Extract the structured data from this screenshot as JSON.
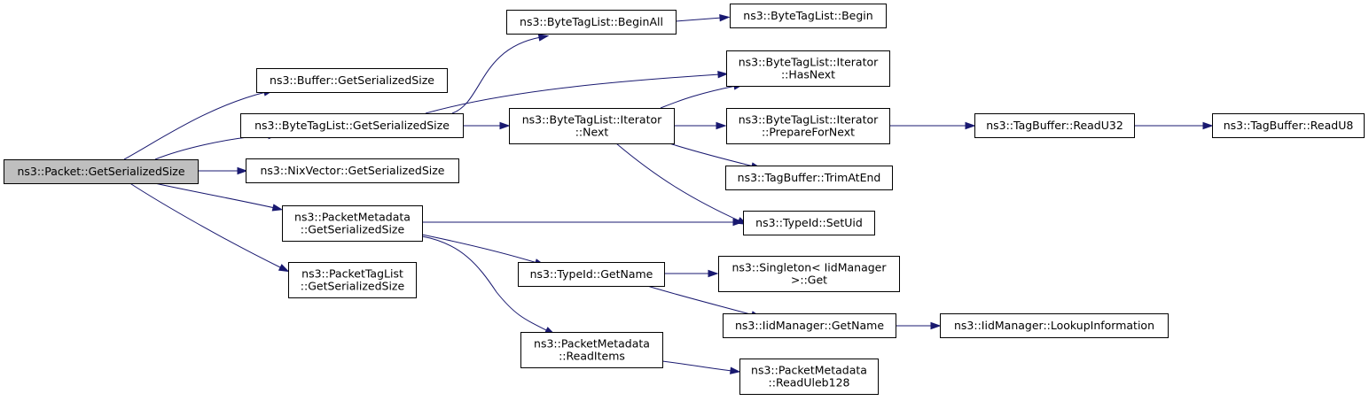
{
  "graph": {
    "nodes": [
      {
        "id": "n0",
        "lines": [
          "ns3::Packet::GetSerializedSize"
        ],
        "root": true
      },
      {
        "id": "n1",
        "lines": [
          "ns3::Buffer::GetSerializedSize"
        ]
      },
      {
        "id": "n2",
        "lines": [
          "ns3::ByteTagList::GetSerializedSize"
        ]
      },
      {
        "id": "n3",
        "lines": [
          "ns3::NixVector::GetSerializedSize"
        ]
      },
      {
        "id": "n4",
        "lines": [
          "ns3::PacketMetadata",
          "::GetSerializedSize"
        ]
      },
      {
        "id": "n5",
        "lines": [
          "ns3::PacketTagList",
          "::GetSerializedSize"
        ]
      },
      {
        "id": "n6",
        "lines": [
          "ns3::ByteTagList::BeginAll"
        ]
      },
      {
        "id": "n7",
        "lines": [
          "ns3::ByteTagList::Begin"
        ]
      },
      {
        "id": "n8",
        "lines": [
          "ns3::ByteTagList::Iterator",
          "::HasNext"
        ]
      },
      {
        "id": "n9",
        "lines": [
          "ns3::ByteTagList::Iterator",
          "::Next"
        ]
      },
      {
        "id": "n10",
        "lines": [
          "ns3::ByteTagList::Iterator",
          "::PrepareForNext"
        ]
      },
      {
        "id": "n11",
        "lines": [
          "ns3::TagBuffer::ReadU32"
        ]
      },
      {
        "id": "n12",
        "lines": [
          "ns3::TagBuffer::ReadU8"
        ]
      },
      {
        "id": "n13",
        "lines": [
          "ns3::TagBuffer::TrimAtEnd"
        ]
      },
      {
        "id": "n14",
        "lines": [
          "ns3::TypeId::SetUid"
        ]
      },
      {
        "id": "n15",
        "lines": [
          "ns3::TypeId::GetName"
        ]
      },
      {
        "id": "n16",
        "lines": [
          "ns3::Singleton< IidManager",
          " >::Get"
        ]
      },
      {
        "id": "n17",
        "lines": [
          "ns3::IidManager::GetName"
        ]
      },
      {
        "id": "n18",
        "lines": [
          "ns3::IidManager::LookupInformation"
        ]
      },
      {
        "id": "n19",
        "lines": [
          "ns3::PacketMetadata",
          "::ReadItems"
        ]
      },
      {
        "id": "n20",
        "lines": [
          "ns3::PacketMetadata",
          "::ReadUleb128"
        ]
      }
    ],
    "edges": [
      {
        "from": "n0",
        "to": "n1"
      },
      {
        "from": "n0",
        "to": "n2"
      },
      {
        "from": "n0",
        "to": "n3"
      },
      {
        "from": "n0",
        "to": "n4"
      },
      {
        "from": "n0",
        "to": "n5"
      },
      {
        "from": "n2",
        "to": "n6"
      },
      {
        "from": "n2",
        "to": "n8"
      },
      {
        "from": "n2",
        "to": "n9"
      },
      {
        "from": "n6",
        "to": "n7"
      },
      {
        "from": "n9",
        "to": "n8"
      },
      {
        "from": "n9",
        "to": "n10"
      },
      {
        "from": "n9",
        "to": "n13"
      },
      {
        "from": "n9",
        "to": "n14"
      },
      {
        "from": "n10",
        "to": "n11"
      },
      {
        "from": "n11",
        "to": "n12"
      },
      {
        "from": "n4",
        "to": "n14"
      },
      {
        "from": "n4",
        "to": "n15"
      },
      {
        "from": "n4",
        "to": "n19"
      },
      {
        "from": "n15",
        "to": "n16"
      },
      {
        "from": "n15",
        "to": "n17"
      },
      {
        "from": "n17",
        "to": "n18"
      },
      {
        "from": "n19",
        "to": "n20"
      }
    ]
  },
  "colors": {
    "edge": "#191970",
    "root_fill": "#bfbfbf",
    "node_fill": "#ffffff",
    "node_border": "#000000"
  }
}
